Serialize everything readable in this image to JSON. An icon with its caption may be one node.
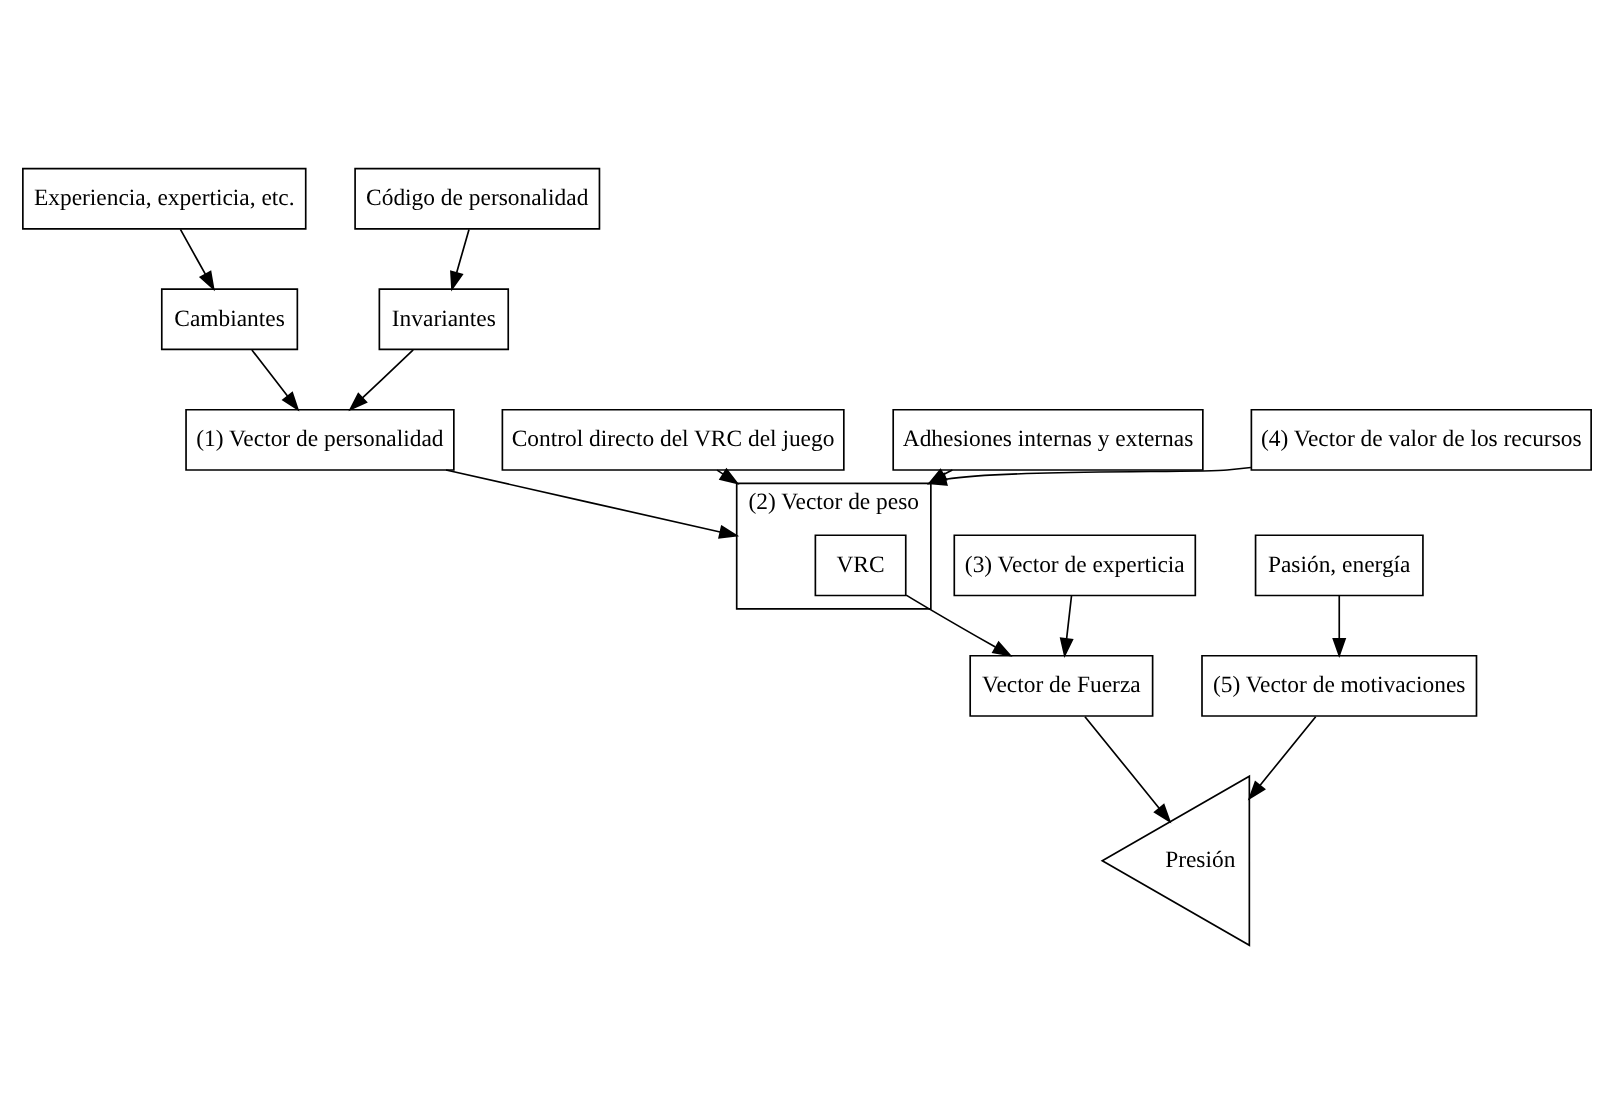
{
  "diagram": {
    "nodes": [
      {
        "text": [
          "Experiencia, experticia, etc."
        ]
      },
      {
        "text": [
          "Código de personalidad"
        ]
      },
      {
        "text": [
          "Cambiantes"
        ]
      },
      {
        "text": [
          "Invariantes"
        ]
      },
      {
        "text": [
          "Pasión, energía"
        ]
      },
      {
        "text": [
          "(1) Vector de personalidad"
        ]
      },
      {
        "text": [
          "(5) Vector de motivaciones"
        ]
      },
      {
        "text": [
          "Control directo del VRC del juego"
        ]
      },
      {
        "text": [
          "(2) Vector de peso"
        ]
      },
      {
        "text": [
          "VRC"
        ],
        "in": 8
      },
      {
        "text": [
          "Vector de Fuerza"
        ]
      },
      {
        "text": [
          "Presión"
        ]
      },
      {
        "text": [
          "Adhesiones internas y externas"
        ]
      },
      {
        "text": [
          "(4) Vector de valor de los recursos"
        ]
      },
      {
        "text": [
          "(3) Vector de experticia"
        ]
      }
    ],
    "edges": [
      {
        "from": 0,
        "to": 2,
        "arrow": "to"
      },
      {
        "from": 1,
        "to": 3,
        "arrow": "to"
      },
      {
        "from": 2,
        "to": 5,
        "arrow": "to"
      },
      {
        "from": 3,
        "to": 5,
        "arrow": "to"
      },
      {
        "from": 4,
        "to": 6,
        "arrow": "to"
      },
      {
        "from": 5,
        "to": 8,
        "arrow": "to"
      },
      {
        "from": 7,
        "to": 8,
        "arrow": "to"
      },
      {
        "from": 12,
        "to": 8,
        "arrow": "to"
      },
      {
        "from": 13,
        "to": 8,
        "arrow": "to"
      },
      {
        "from": 9,
        "to": 10,
        "arrow": "to"
      },
      {
        "from": 10,
        "to": 11,
        "arrow": "to"
      },
      {
        "from": 6,
        "to": 11,
        "arrow": "to"
      },
      {
        "from": 14,
        "to": 10,
        "arrow": "to"
      }
    ]
  }
}
